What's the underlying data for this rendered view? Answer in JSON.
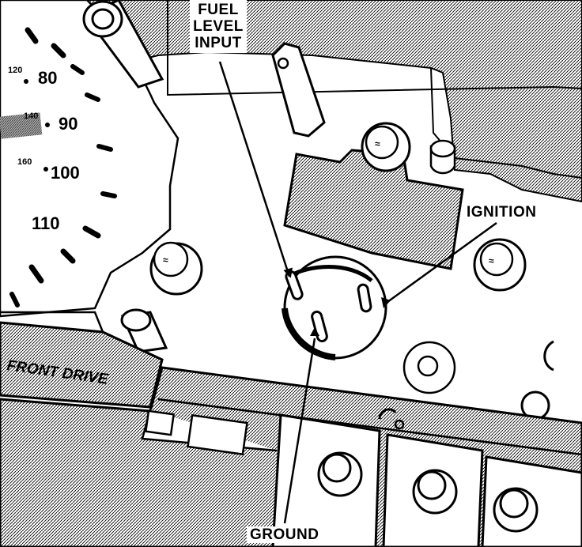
{
  "labels": {
    "fuel_level_input": [
      "FUEL",
      "LEVEL",
      "INPUT"
    ],
    "ignition": "IGNITION",
    "ground": "GROUND"
  },
  "panel_text": "FRONT DRIVE",
  "speedometer": {
    "major": [
      "80",
      "90",
      "100",
      "110"
    ],
    "minor": [
      "120",
      "140",
      "160"
    ]
  },
  "colors": {
    "ink": "#000000",
    "paper": "#ffffff",
    "shade": "#c8c8c8"
  },
  "icons": [
    "screw-boss-icon",
    "connector-socket-icon",
    "bulb-socket-icon"
  ]
}
